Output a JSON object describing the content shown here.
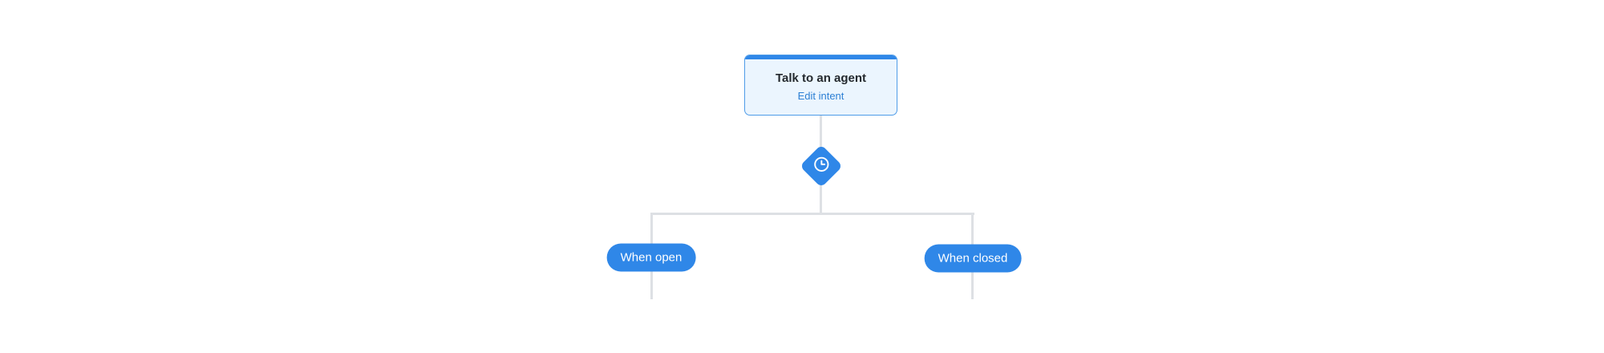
{
  "flow": {
    "intent_node": {
      "title": "Talk to an agent",
      "link_label": "Edit intent"
    },
    "condition_node": {
      "icon": "clock-icon",
      "type": "office-hours-condition"
    },
    "branches": [
      {
        "label": "When open"
      },
      {
        "label": "When closed"
      }
    ]
  },
  "colors": {
    "accent_blue": "#2f87e8",
    "node_background": "#ebf5fe",
    "node_border": "#4f9ce8",
    "link_blue": "#2c7fd4",
    "title_text": "#24292e",
    "connector_gray": "#dde0e4",
    "pill_text": "#ffffff",
    "canvas_background": "#ffffff"
  }
}
